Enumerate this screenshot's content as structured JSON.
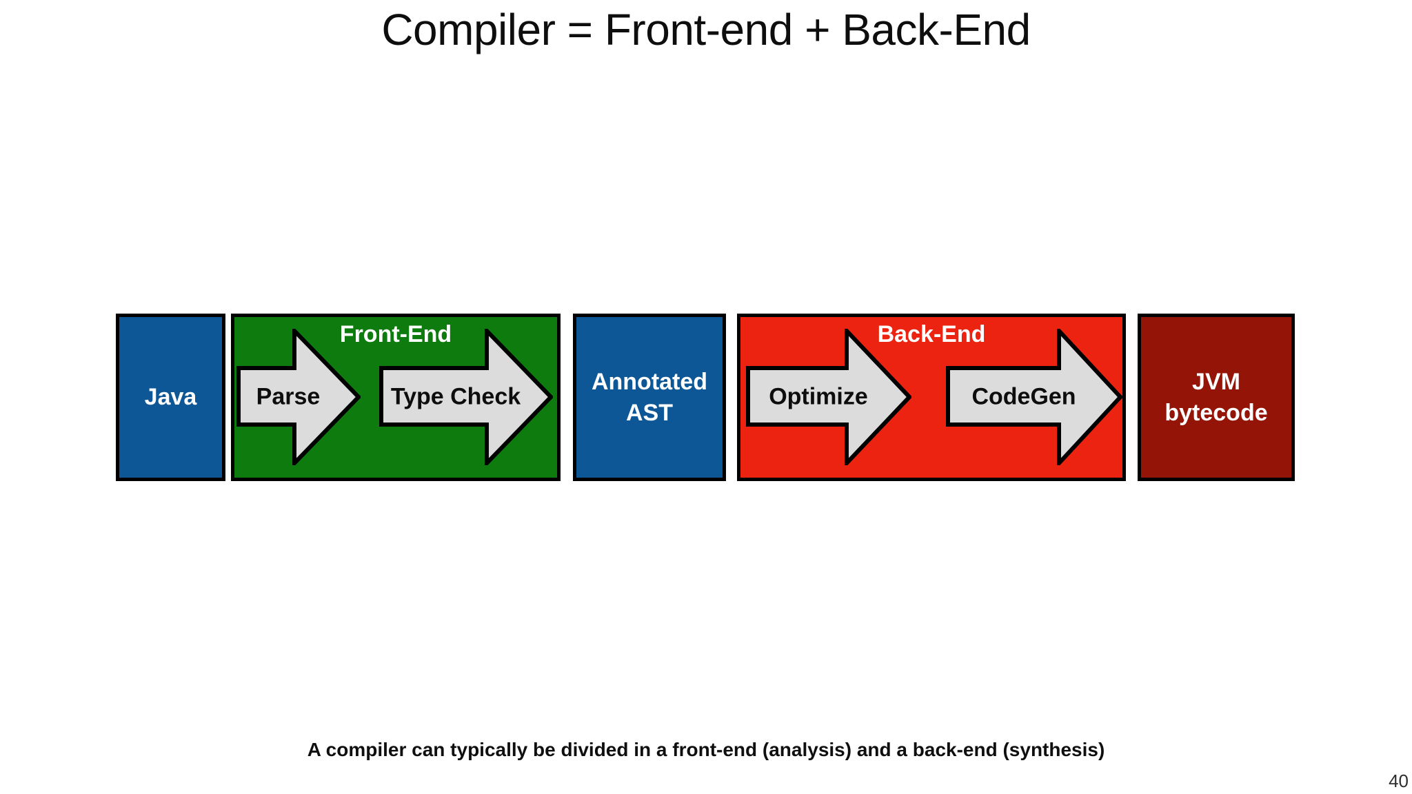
{
  "slide": {
    "title": "Compiler = Front-end + Back-End",
    "caption": "A compiler can typically be divided in a front-end (analysis) and a back-end (synthesis)",
    "page_number": "40"
  },
  "colors": {
    "box_blue": "#0d5796",
    "stage_green": "#0e7b0e",
    "stage_red": "#ec2310",
    "box_dark_red": "#951408",
    "arrow_fill": "#dcdcdc",
    "border_black": "#000000",
    "label_white": "#ffffff",
    "text_black": "#0e0e0e"
  },
  "diagram": {
    "input_box": {
      "label": "Java"
    },
    "frontend_stage": {
      "label": "Front-End",
      "steps": [
        {
          "label": "Parse"
        },
        {
          "label": "Type Check"
        }
      ]
    },
    "intermediate_box": {
      "label_line1": "Annotated",
      "label_line2": "AST"
    },
    "backend_stage": {
      "label": "Back-End",
      "steps": [
        {
          "label": "Optimize"
        },
        {
          "label": "CodeGen"
        }
      ]
    },
    "output_box": {
      "label_line1": "JVM",
      "label_line2": "bytecode"
    }
  }
}
